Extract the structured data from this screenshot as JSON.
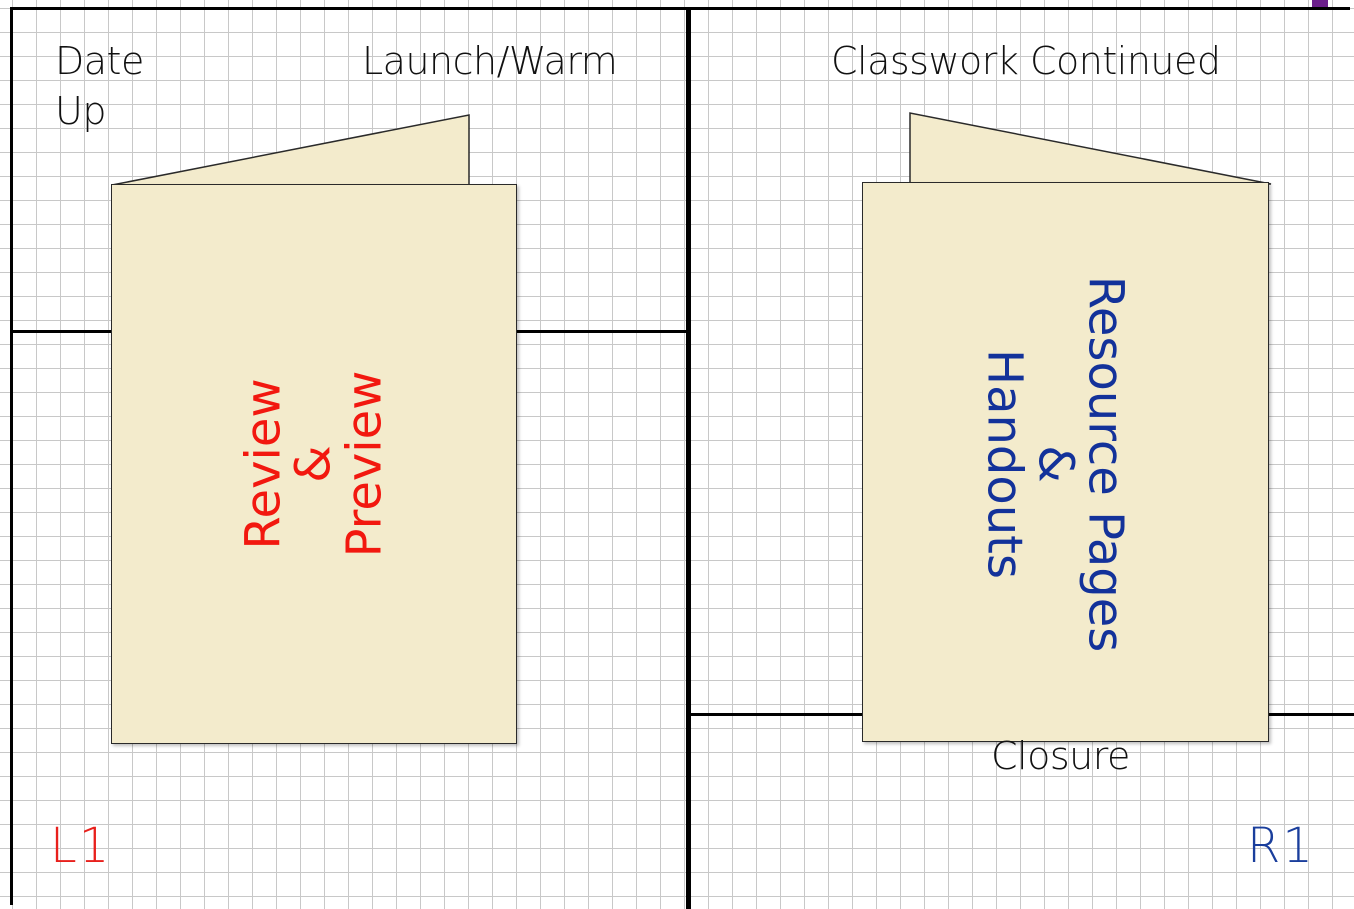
{
  "left_page": {
    "date_label": "Date",
    "up_label": "Up",
    "launch_label": "Launch/Warm",
    "page_number": "L1",
    "booklet": {
      "line1": "Review",
      "line2": "&",
      "line3": "Preview",
      "text_color": "#f2180f"
    }
  },
  "right_page": {
    "classwork_label": "Classwork Continued",
    "closure_label": "Closure",
    "page_number": "R1",
    "booklet": {
      "line1": "Resource Pages",
      "line2": "&",
      "line3": "Handouts",
      "text_color": "#13329a"
    }
  },
  "colors": {
    "grid": "#c8c8c8",
    "booklet_fill": "#f3ebcc",
    "left_accent": "#e8201c",
    "right_accent": "#1a3e9c",
    "top_tab": "#6b1f8a"
  }
}
